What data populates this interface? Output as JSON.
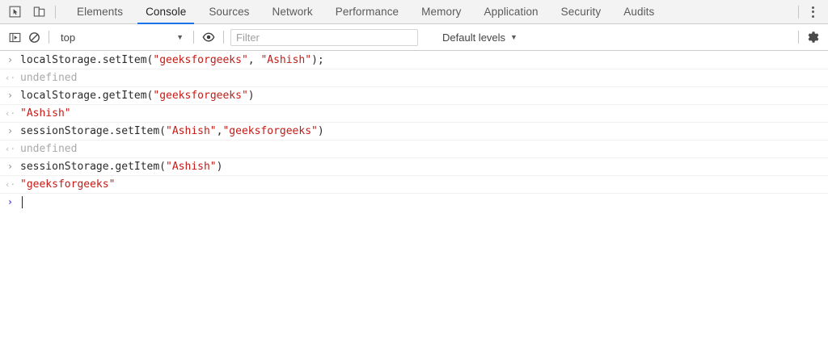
{
  "window": {
    "app": "Chrome DevTools"
  },
  "tabstrip": {
    "inspect_icon": "inspect-element-icon",
    "device_icon": "device-toolbar-icon",
    "tabs": [
      {
        "label": "Elements",
        "active": false
      },
      {
        "label": "Console",
        "active": true
      },
      {
        "label": "Sources",
        "active": false
      },
      {
        "label": "Network",
        "active": false
      },
      {
        "label": "Performance",
        "active": false
      },
      {
        "label": "Memory",
        "active": false
      },
      {
        "label": "Application",
        "active": false
      },
      {
        "label": "Security",
        "active": false
      },
      {
        "label": "Audits",
        "active": false
      }
    ],
    "more_label": "More tools",
    "active_underline_color": "#1a73e8"
  },
  "toolbar": {
    "sidebar_toggle_icon": "console-sidebar-toggle-icon",
    "clear_icon": "clear-console-icon",
    "context": {
      "value": "top",
      "caret": "▼"
    },
    "eye_icon": "live-expression-eye-icon",
    "filter": {
      "value": "",
      "placeholder": "Filter"
    },
    "levels": {
      "value": "Default levels",
      "caret": "▼"
    },
    "settings_icon": "settings-gear-icon"
  },
  "console": {
    "input_marker": "›",
    "output_marker": "‹·",
    "prompt_marker": "›",
    "string_color": "#c41a16",
    "undefined_color": "#a9a9a9",
    "prompt_color": "#4b3ed6",
    "rows": [
      {
        "kind": "input",
        "parts": [
          {
            "t": "localStorage.setItem(",
            "c": "plain"
          },
          {
            "t": "\"geeksforgeeks\"",
            "c": "str"
          },
          {
            "t": ", ",
            "c": "plain"
          },
          {
            "t": "\"Ashish\"",
            "c": "str"
          },
          {
            "t": ");",
            "c": "plain"
          }
        ],
        "text": "localStorage.setItem(\"geeksforgeeks\", \"Ashish\");"
      },
      {
        "kind": "output",
        "parts": [
          {
            "t": "undefined",
            "c": "undef"
          }
        ],
        "text": "undefined"
      },
      {
        "kind": "input",
        "parts": [
          {
            "t": "localStorage.getItem(",
            "c": "plain"
          },
          {
            "t": "\"geeksforgeeks\"",
            "c": "str"
          },
          {
            "t": ")",
            "c": "plain"
          }
        ],
        "text": "localStorage.getItem(\"geeksforgeeks\")"
      },
      {
        "kind": "output",
        "parts": [
          {
            "t": "\"Ashish\"",
            "c": "retstr"
          }
        ],
        "text": "\"Ashish\""
      },
      {
        "kind": "input",
        "parts": [
          {
            "t": "sessionStorage.setItem(",
            "c": "plain"
          },
          {
            "t": "\"Ashish\"",
            "c": "str"
          },
          {
            "t": ",",
            "c": "plain"
          },
          {
            "t": "\"geeksforgeeks\"",
            "c": "str"
          },
          {
            "t": ")",
            "c": "plain"
          }
        ],
        "text": "sessionStorage.setItem(\"Ashish\",\"geeksforgeeks\")"
      },
      {
        "kind": "output",
        "parts": [
          {
            "t": "undefined",
            "c": "undef"
          }
        ],
        "text": "undefined"
      },
      {
        "kind": "input",
        "parts": [
          {
            "t": "sessionStorage.getItem(",
            "c": "plain"
          },
          {
            "t": "\"Ashish\"",
            "c": "str"
          },
          {
            "t": ")",
            "c": "plain"
          }
        ],
        "text": "sessionStorage.getItem(\"Ashish\")"
      },
      {
        "kind": "output",
        "parts": [
          {
            "t": "\"geeksforgeeks\"",
            "c": "retstr"
          }
        ],
        "text": "\"geeksforgeeks\""
      }
    ],
    "prompt_value": ""
  }
}
